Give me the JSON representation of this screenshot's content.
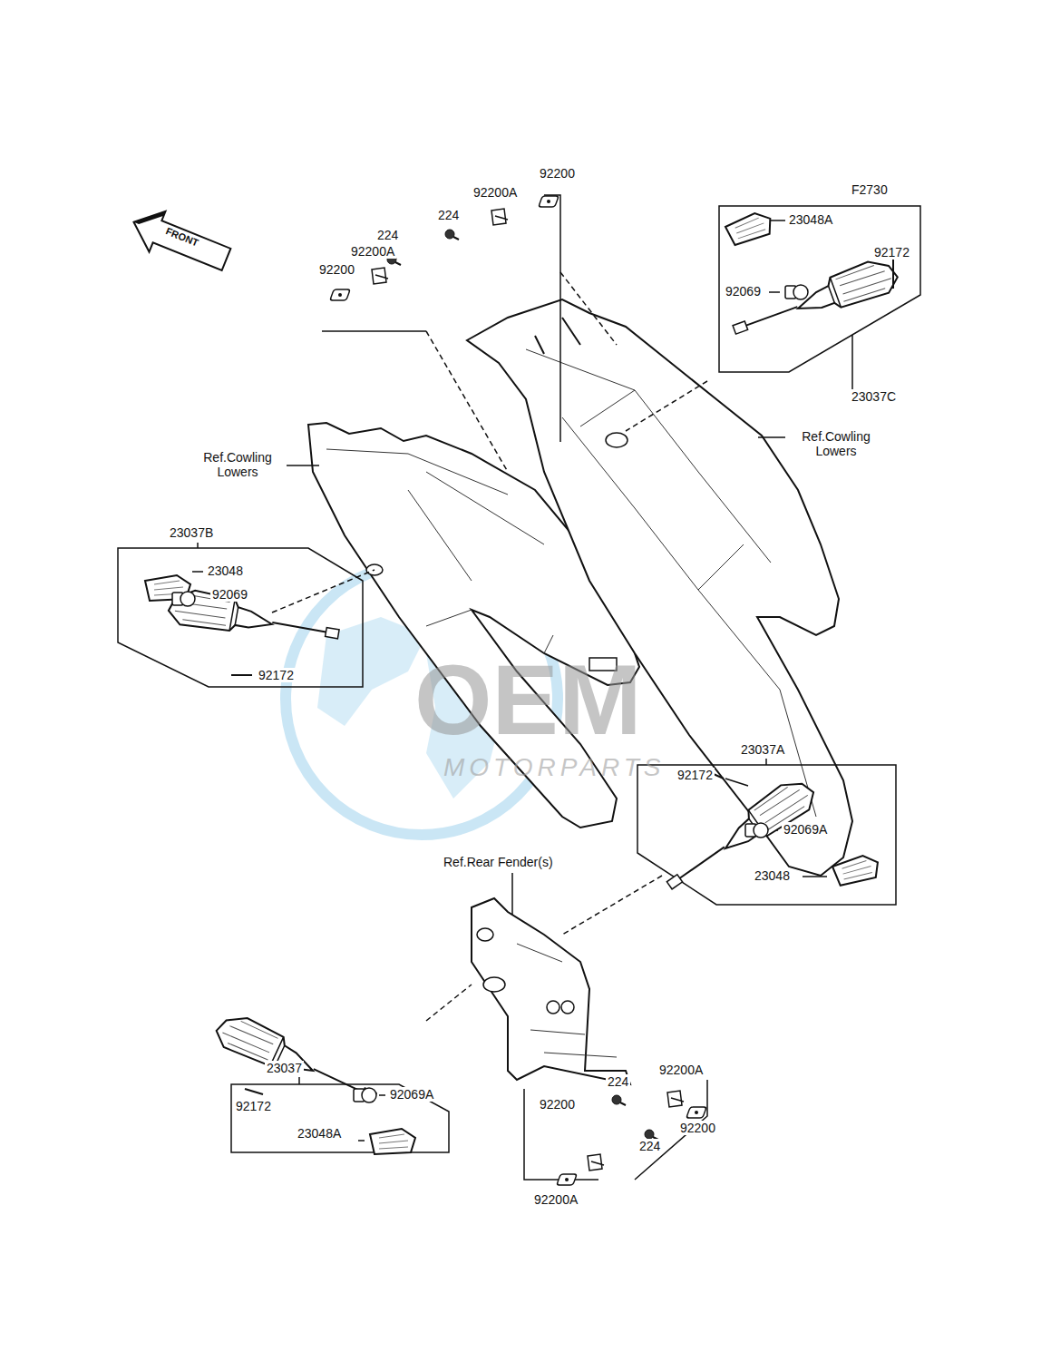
{
  "diagram": {
    "labels": [
      "F2730",
      "92200",
      "92200A",
      "224",
      "92200A",
      "224",
      "92200",
      "23048A",
      "92069",
      "92172",
      "23037C",
      "Ref.Cowling Lowers",
      "Ref.Cowling Lowers",
      "23037B",
      "23048",
      "92069",
      "92172",
      "23037A",
      "92172",
      "92069A",
      "23048",
      "Ref.Rear Fender(s)",
      "23037",
      "92172",
      "92069A",
      "23048A",
      "92200A",
      "224",
      "92200",
      "224",
      "92200",
      "92200A",
      "FRONT",
      "OEM",
      "MOTORPARTS"
    ]
  }
}
